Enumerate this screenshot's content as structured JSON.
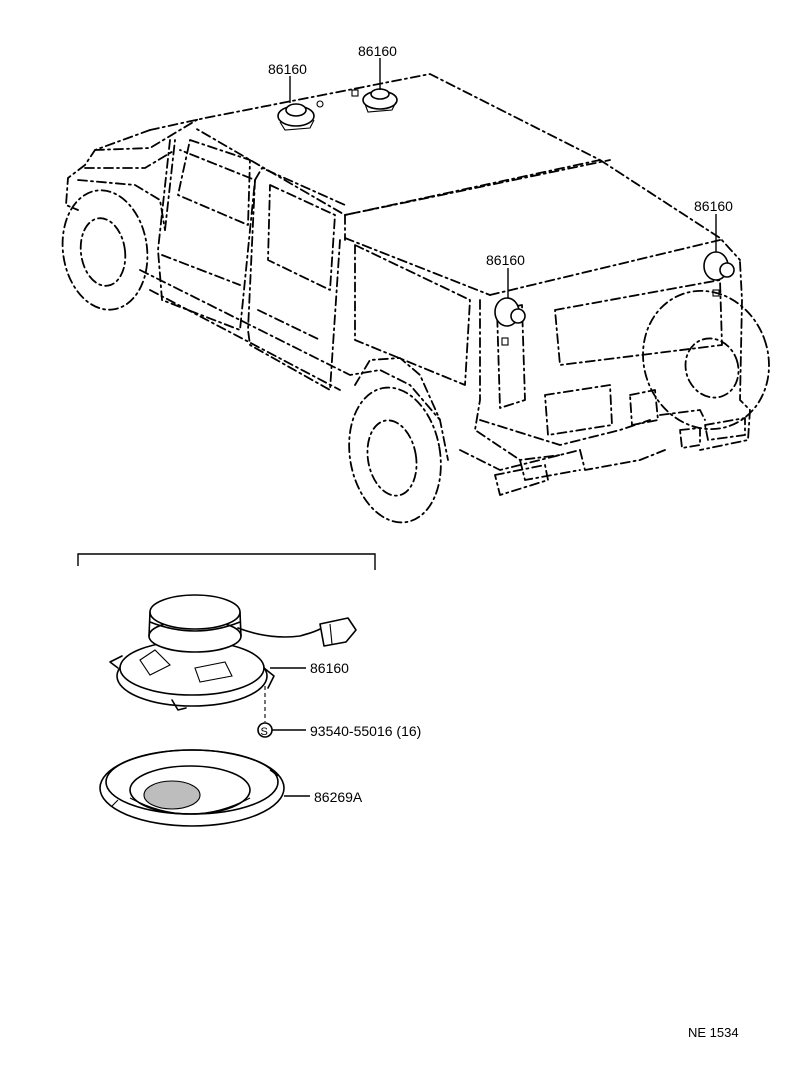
{
  "callouts": {
    "speaker_roof_left": "86160",
    "speaker_roof_right": "86160",
    "speaker_rear_right": "86160",
    "speaker_rear_left": "86160"
  },
  "detail": {
    "speaker_part": "86160",
    "screw_symbol": "S",
    "screw_part": "93540-55016 (16)",
    "grille_part": "86269A"
  },
  "footer": {
    "drawing_code": "NE 1534"
  }
}
